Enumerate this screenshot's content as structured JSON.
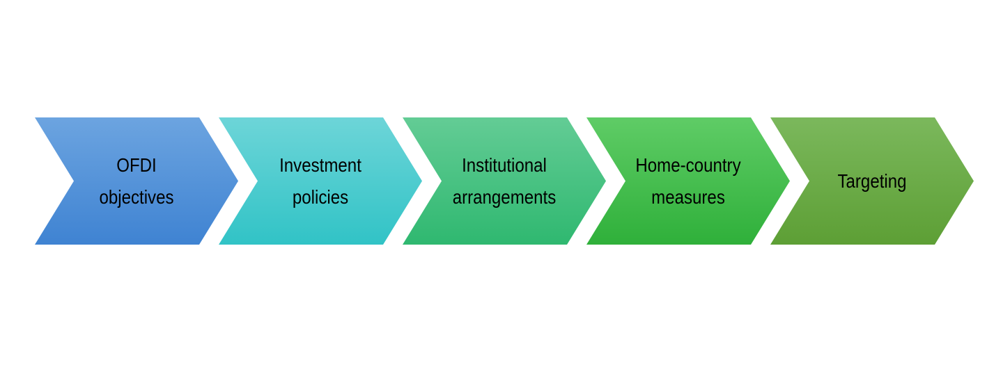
{
  "steps": [
    {
      "lines": [
        "OFDI",
        "objectives"
      ],
      "color_top": "#6ca4e0",
      "color_bottom": "#3f83d2"
    },
    {
      "lines": [
        "Investment",
        "policies"
      ],
      "color_top": "#6dd5d8",
      "color_bottom": "#31c3c6"
    },
    {
      "lines": [
        "Institutional",
        "arrangements"
      ],
      "color_top": "#63cc95",
      "color_bottom": "#2fb870"
    },
    {
      "lines": [
        "Home-country",
        "measures"
      ],
      "color_top": "#5fcc66",
      "color_bottom": "#2fb03a"
    },
    {
      "lines": [
        "Targeting"
      ],
      "color_top": "#7bb85c",
      "color_bottom": "#5d9f35"
    }
  ]
}
